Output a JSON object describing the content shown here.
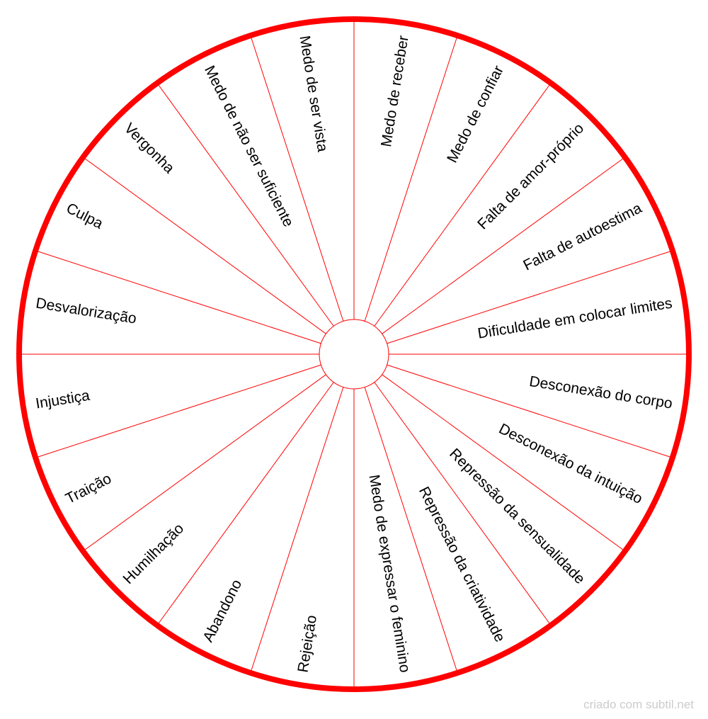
{
  "wheel": {
    "colors": {
      "rim": "#ff0000",
      "spokes": "#ff0000",
      "text": "#000000",
      "background": "#ffffff"
    },
    "segments": [
      "Dificuldade em colocar limites",
      "Falta de autoestima",
      "Falta de amor-próprio",
      "Medo de confiar",
      "Medo de receber",
      "Medo de ser vista",
      "Medo de não ser suficiente",
      "Vergonha",
      "Culpa",
      "Desvalorização",
      "Injustiça",
      "Traição",
      "Humilhação",
      "Abandono",
      "Rejeição",
      "Medo de expressar o feminino",
      "Repressão da criatividade",
      "Repressão da sensualidade",
      "Desconexão da intuição",
      "Desconexão do corpo"
    ]
  },
  "footer": {
    "credit": "criado com subtil.net"
  }
}
